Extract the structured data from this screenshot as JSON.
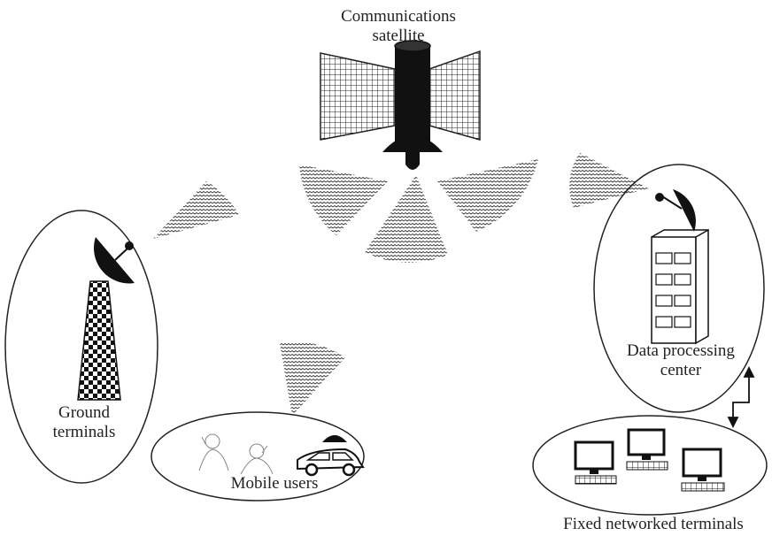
{
  "labels": {
    "satellite_line1": "Communications",
    "satellite_line2": "satellite",
    "ground_line1": "Ground",
    "ground_line2": "terminals",
    "mobile": "Mobile users",
    "data_center_line1": "Data processing",
    "data_center_line2": "center",
    "fixed": "Fixed networked terminals"
  }
}
